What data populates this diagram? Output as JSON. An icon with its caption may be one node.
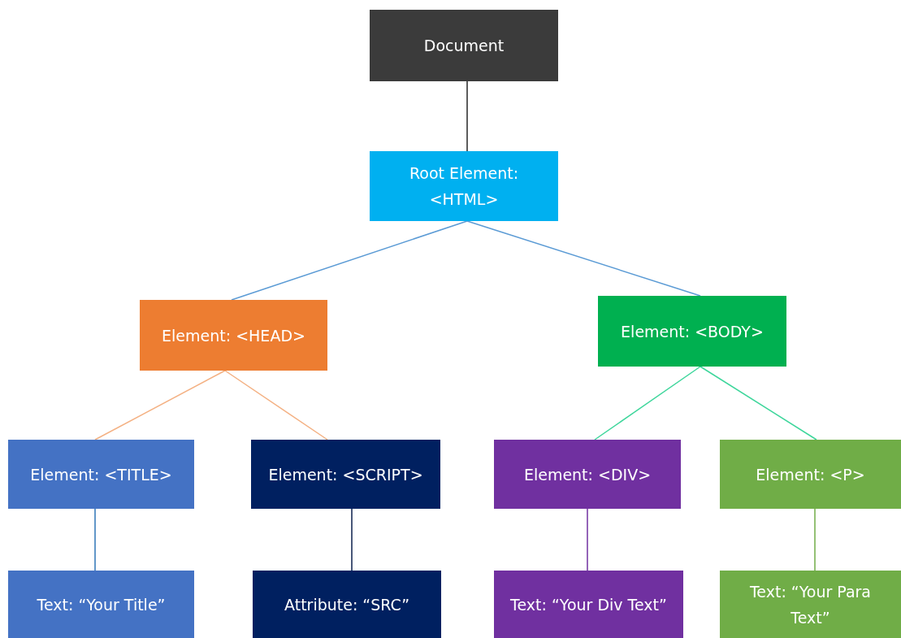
{
  "diagram": {
    "nodes": [
      {
        "text": [
          "Document"
        ]
      },
      {
        "text": [
          "Root Element: <HTML>"
        ]
      },
      {
        "text": [
          "Element: <HEAD>"
        ]
      },
      {
        "text": [
          "Element: <BODY>"
        ]
      },
      {
        "text": [
          "Element: <TITLE>"
        ]
      },
      {
        "text": [
          "Element: <SCRIPT>"
        ]
      },
      {
        "text": [
          "Element: <DIV>"
        ]
      },
      {
        "text": [
          "Element: <P>"
        ]
      },
      {
        "text": [
          "Text: “Your Title”"
        ]
      },
      {
        "text": [
          "Attribute: “SRC”"
        ]
      },
      {
        "text": [
          "Text: “Your Div Text”"
        ]
      },
      {
        "text": [
          "Text: “Your Para Text”"
        ]
      }
    ],
    "edges": [
      {
        "from": 0,
        "to": 1,
        "arrow": "none",
        "color": "#262626"
      },
      {
        "from": 1,
        "to": 2,
        "arrow": "none",
        "color": "#5b9bd5"
      },
      {
        "from": 1,
        "to": 3,
        "arrow": "none",
        "color": "#5b9bd5"
      },
      {
        "from": 2,
        "to": 4,
        "arrow": "none",
        "color": "#f4b183"
      },
      {
        "from": 2,
        "to": 5,
        "arrow": "none",
        "color": "#f4b183"
      },
      {
        "from": 3,
        "to": 6,
        "arrow": "none",
        "color": "#3dd69b"
      },
      {
        "from": 3,
        "to": 7,
        "arrow": "none",
        "color": "#3dd69b"
      },
      {
        "from": 4,
        "to": 8,
        "arrow": "none",
        "color": "#2e75b6"
      },
      {
        "from": 5,
        "to": 9,
        "arrow": "none",
        "color": "#0b1f4d"
      },
      {
        "from": 6,
        "to": 10,
        "arrow": "none",
        "color": "#7030a0"
      },
      {
        "from": 7,
        "to": 11,
        "arrow": "none",
        "color": "#70ad47"
      }
    ]
  }
}
